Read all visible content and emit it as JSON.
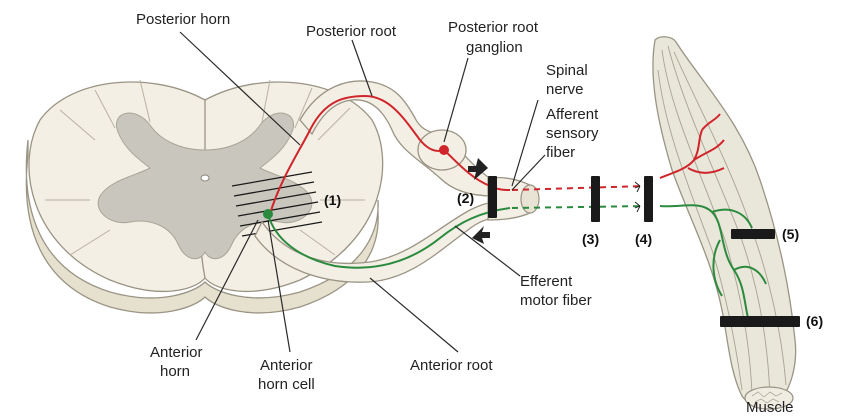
{
  "labels": {
    "posterior_horn": "Posterior horn",
    "posterior_root": "Posterior root",
    "posterior_root_ganglion_1": "Posterior root",
    "posterior_root_ganglion_2": "ganglion",
    "spinal_nerve_1": "Spinal",
    "spinal_nerve_2": "nerve",
    "afferent_1": "Afferent",
    "afferent_2": "sensory",
    "afferent_3": "fiber",
    "efferent_1": "Efferent",
    "efferent_2": "motor fiber",
    "anterior_horn_1": "Anterior",
    "anterior_horn_2": "horn",
    "anterior_horn_cell_1": "Anterior",
    "anterior_horn_cell_2": "horn cell",
    "anterior_root": "Anterior root",
    "muscle": "Muscle"
  },
  "lesion_sites": [
    "(1)",
    "(2)",
    "(3)",
    "(4)",
    "(5)",
    "(6)"
  ],
  "colors": {
    "cord_fill": "#f3efe4",
    "cord_edge": "#9a9484",
    "cord_side": "#e6e0cf",
    "gray_matter": "#c9c6bd",
    "sensory": "#d0252b",
    "motor": "#2a8a3e",
    "block": "#1a1a1a",
    "muscle_fill": "#e9e6da",
    "muscle_line": "#a8a290"
  }
}
